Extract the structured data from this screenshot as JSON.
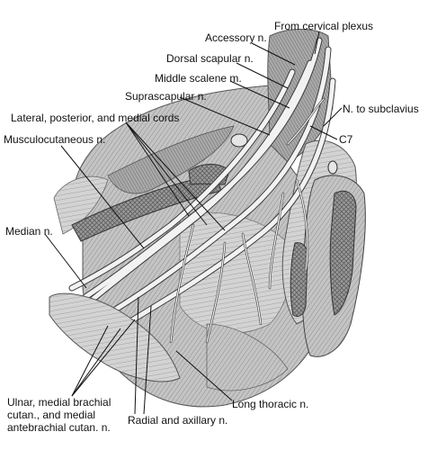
{
  "labels": {
    "from_cervical_plexus": "From cervical plexus",
    "accessory_n": "Accessory n.",
    "dorsal_scapular_n": "Dorsal scapular n.",
    "middle_scalene_m": "Middle scalene m.",
    "suprascapular_n": "Suprascapular n.",
    "n_to_subclavius": "N. to subclavius",
    "lateral_posterior_medial_cords": "Lateral, posterior, and medial cords",
    "c7": "C7",
    "musculocutaneous_n": "Musculocutaneous n.",
    "median_n": "Median n.",
    "ulnar_line1": "Ulnar, medial brachial",
    "ulnar_line2": "cutan., and medial",
    "ulnar_line3": "antebrachial cutan. n.",
    "long_thoracic_n": "Long thoracic n.",
    "radial_axillary_n": "Radial and axillary n."
  },
  "colors": {
    "background": "#ffffff",
    "muscle_tone": "#bdbdbd",
    "shadow_tone": "#8a8a8a",
    "nerve_fill": "#f4f4f4",
    "leader_line": "#111111"
  }
}
